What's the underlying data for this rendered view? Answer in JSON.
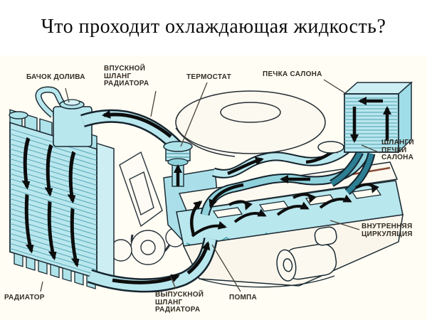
{
  "title": "Что проходит охлаждающая жидкость?",
  "diagram": {
    "subject": "engine-cooling-system-coolant-flow",
    "labels": {
      "fill_tank": "БАЧОК ДОЛИВА",
      "radiator_inlet_hose": "ВПУСКНОЙ\nШЛАНГ\nРАДИАТОРА",
      "thermostat": "ТЕРМОСТАТ",
      "cabin_heater": "ПЕЧКА САЛОНА",
      "cabin_heater_hoses": "ШЛАНГИ\nПЕЧКИ\nСАЛОНА",
      "internal_circulation": "ВНУТРЕННЯЯ\nЦИРКУЛЯЦИЯ",
      "radiator": "РАДИАТОР",
      "radiator_outlet_hose": "ВЫПУСКНОЙ\nШЛАНГ\nРАДИАТОРА",
      "pump": "ПОМПА"
    },
    "colors": {
      "coolant_light": "#b9e7ee",
      "coolant_highlight": "#d6f2f5",
      "coolant_mid": "#8fd2dc",
      "coolant_deep": "#2d7f93",
      "fin_line": "#4d9fb0",
      "outline": "#1c2b33",
      "flow_arrow": "#0d0d0d",
      "paper": "#fffdf4",
      "engine_face": "#fbf7ec",
      "label_text": "#332d24"
    }
  }
}
